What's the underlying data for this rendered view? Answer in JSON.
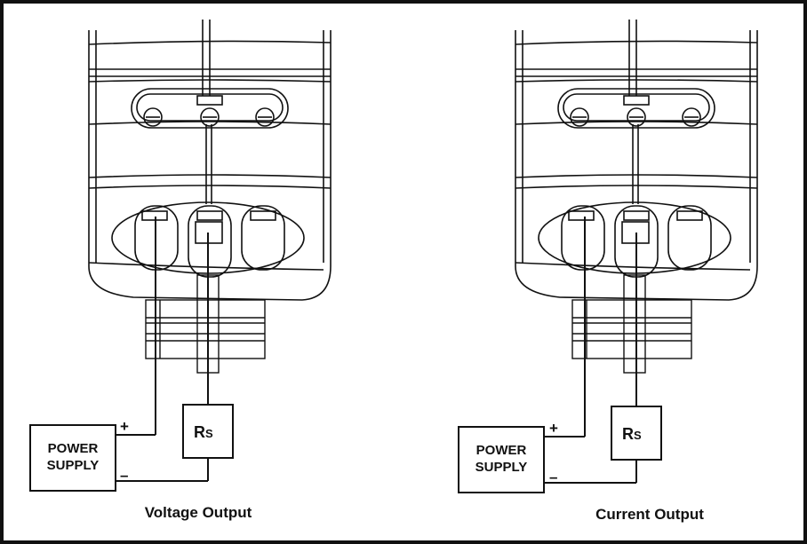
{
  "diagrams": [
    {
      "caption": "Voltage Output",
      "power_supply": {
        "line1": "POWER",
        "line2": "SUPPLY"
      },
      "plus": "+",
      "minus": "–",
      "resistor": {
        "main": "R",
        "sub": "S"
      }
    },
    {
      "caption": "Current Output",
      "power_supply": {
        "line1": "POWER",
        "line2": "SUPPLY"
      },
      "plus": "+",
      "minus": "–",
      "resistor": {
        "main": "R",
        "sub": "S"
      }
    }
  ]
}
